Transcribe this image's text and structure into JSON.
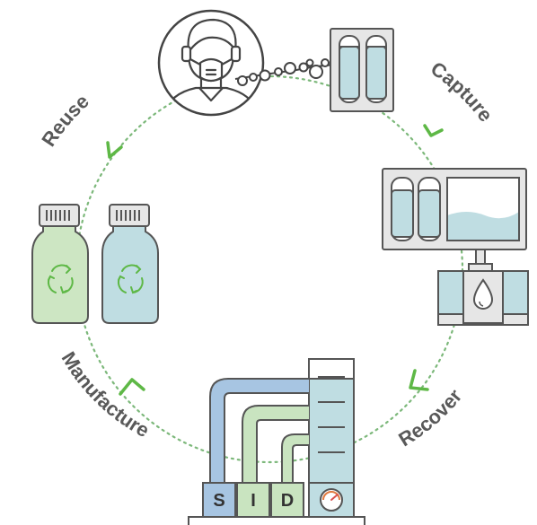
{
  "diagram": {
    "stages": [
      {
        "id": "capture",
        "label": "Capture"
      },
      {
        "id": "recover",
        "label": "Recover"
      },
      {
        "id": "manufacture",
        "label": "Manufacture"
      },
      {
        "id": "reuse",
        "label": "Reuse"
      }
    ],
    "process_units": [
      "S",
      "I",
      "D"
    ],
    "icons": [
      "person-with-mask-icon",
      "canister-icon",
      "recovery-tank-icon",
      "droplet-icon",
      "distillation-column-icon",
      "gauge-icon",
      "recycle-icon"
    ],
    "colors": {
      "cycle_dots": "#7cb87a",
      "arrow_green": "#5eb846",
      "outline": "#555555",
      "panel_gray": "#e6e6e6",
      "liquid_blue": "#bfdde2",
      "bottle_green": "#cde6c3",
      "pipe_blue": "#a7c5e2",
      "pipe_green": "#c9e4c0"
    }
  }
}
